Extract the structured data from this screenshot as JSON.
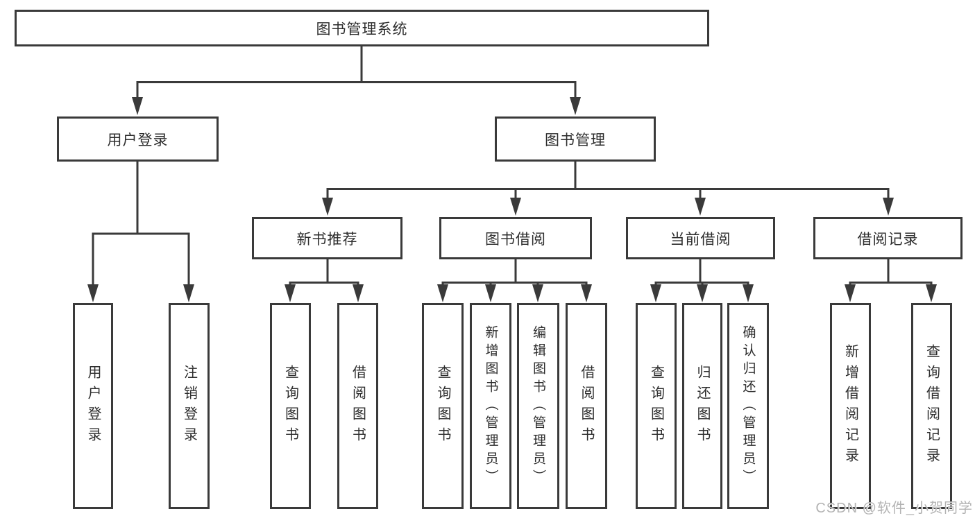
{
  "diagram": {
    "root": {
      "label": "图书管理系统"
    },
    "user_login": {
      "label": "用户登录",
      "children": {
        "login": "用户登录",
        "logout": "注销登录"
      }
    },
    "book_mgmt": {
      "label": "图书管理",
      "new_book": {
        "label": "新书推荐",
        "children": {
          "query": "查询图书",
          "borrow": "借阅图书"
        }
      },
      "book_borrow": {
        "label": "图书借阅",
        "children": {
          "query": "查询图书",
          "add": "新增图书（管理员）",
          "edit": "编辑图书（管理员）",
          "borrow": "借阅图书"
        }
      },
      "current_borrow": {
        "label": "当前借阅",
        "children": {
          "query": "查询图书",
          "return": "归还图书",
          "confirm": "确认归还（管理员）"
        }
      },
      "borrow_record": {
        "label": "借阅记录",
        "children": {
          "add": "新增借阅记录",
          "query": "查询借阅记录"
        }
      }
    }
  },
  "watermark": "CSDN @软件_小贺同学",
  "colors": {
    "line": "#3a3a3a",
    "text": "#2d2d2d",
    "watermark": "#b3b3b3"
  }
}
